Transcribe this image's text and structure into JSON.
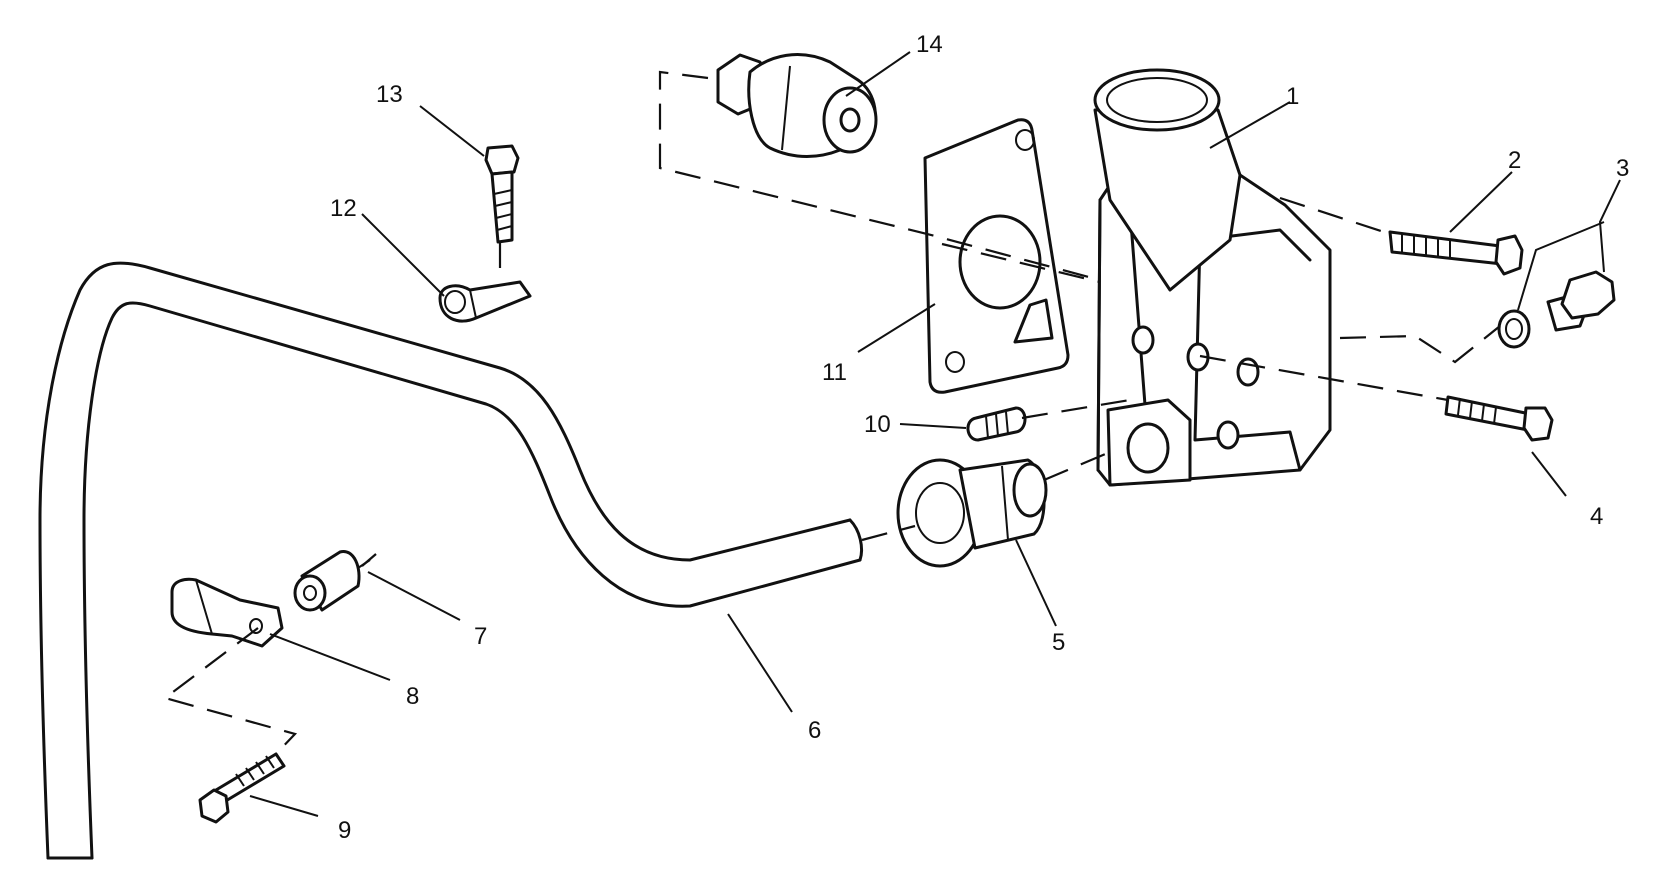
{
  "callouts": {
    "n1": "1",
    "n2": "2",
    "n3": "3",
    "n4": "4",
    "n5": "5",
    "n6": "6",
    "n7": "7",
    "n8": "8",
    "n9": "9",
    "n10": "10",
    "n11": "11",
    "n12": "12",
    "n13": "13",
    "n14": "14"
  }
}
